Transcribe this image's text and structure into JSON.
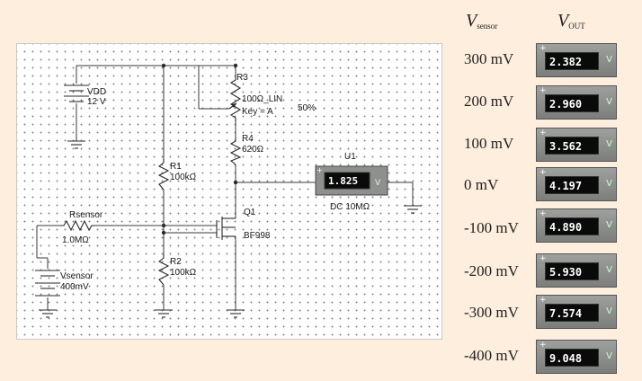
{
  "schematic": {
    "vdd": {
      "name": "VDD",
      "value": "12 V"
    },
    "r3": {
      "name": "R3",
      "spec": "100Ω_LIN",
      "key": "Key = A",
      "percent": "50%"
    },
    "r4": {
      "name": "R4",
      "value": "620Ω"
    },
    "r1": {
      "name": "R1",
      "value": "100kΩ"
    },
    "r2": {
      "name": "R2",
      "value": "100kΩ"
    },
    "q1": {
      "name": "Q1",
      "model": "BF998"
    },
    "rsensor": {
      "name": "Rsensor",
      "value": "1.0MΩ"
    },
    "vsensor": {
      "name": "Vsensor",
      "value": "400mV"
    },
    "u1": {
      "name": "U1",
      "reading": "1.825",
      "unit": "V",
      "mode": "DC  10MΩ"
    }
  },
  "readings": {
    "header_sensor": "V",
    "header_sensor_sub": "sensor",
    "header_out": "V",
    "header_out_sub": "OUT",
    "rows": [
      {
        "vsensor": "300 mV",
        "vout": "2.382"
      },
      {
        "vsensor": "200 mV",
        "vout": "2.960"
      },
      {
        "vsensor": "100 mV",
        "vout": "3.562"
      },
      {
        "vsensor": "0 mV",
        "vout": "4.197"
      },
      {
        "vsensor": "-100 mV",
        "vout": "4.890"
      },
      {
        "vsensor": "-200 mV",
        "vout": "5.930"
      },
      {
        "vsensor": "-300 mV",
        "vout": "7.574"
      },
      {
        "vsensor": "-400 mV",
        "vout": "9.048"
      }
    ],
    "meter_plus": "+",
    "meter_unit": "V"
  }
}
